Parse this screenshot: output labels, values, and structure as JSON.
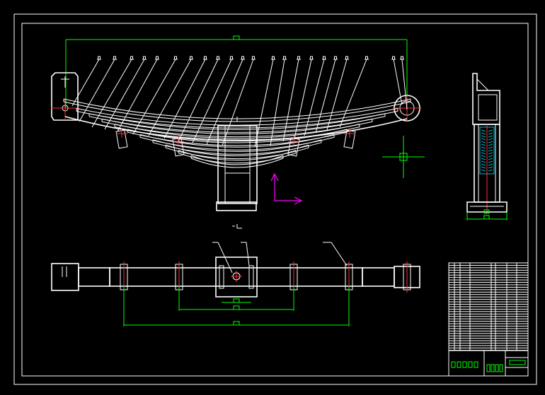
{
  "drawing": {
    "background": "#000000",
    "colors": {
      "outline": "#ffffff",
      "dimension": "#00ff00",
      "centerline": "#ff3030",
      "ucs": "#ff00ff",
      "hatch": "#00e5ff"
    },
    "views": [
      "front-view",
      "side-view",
      "top-view"
    ],
    "leader_count": 26,
    "title_block": {
      "rows": 36,
      "columns": 7
    }
  }
}
